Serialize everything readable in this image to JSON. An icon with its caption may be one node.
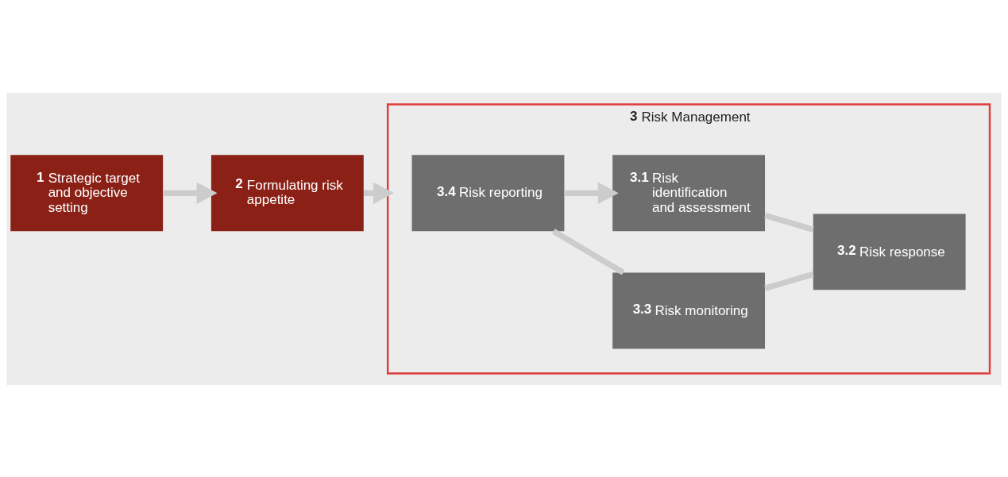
{
  "diagram": {
    "nodes": [
      {
        "text": [
          "1",
          "Strategic target and objective setting"
        ]
      },
      {
        "text": [
          "2",
          "Formulating risk appetite"
        ]
      },
      {
        "text": [
          "3",
          "Risk Management"
        ]
      },
      {
        "text": [
          "3.1",
          "Risk identification and assessment"
        ],
        "in": 2
      },
      {
        "text": [
          "3.2",
          "Risk response"
        ],
        "in": 2
      },
      {
        "text": [
          "3.3",
          "Risk monitoring"
        ],
        "in": 2
      },
      {
        "text": [
          "3.4",
          "Risk reporting"
        ],
        "in": 2
      }
    ],
    "edges": [
      {
        "from": 0,
        "to": 1,
        "arrow": "to"
      },
      {
        "from": 1,
        "to": 2,
        "arrow": "to"
      },
      {
        "from": 6,
        "to": 3,
        "arrow": "to"
      },
      {
        "from": 3,
        "to": 4,
        "arrow": "none"
      },
      {
        "from": 4,
        "to": 5,
        "arrow": "none"
      },
      {
        "from": 5,
        "to": 6,
        "arrow": "none"
      }
    ]
  }
}
